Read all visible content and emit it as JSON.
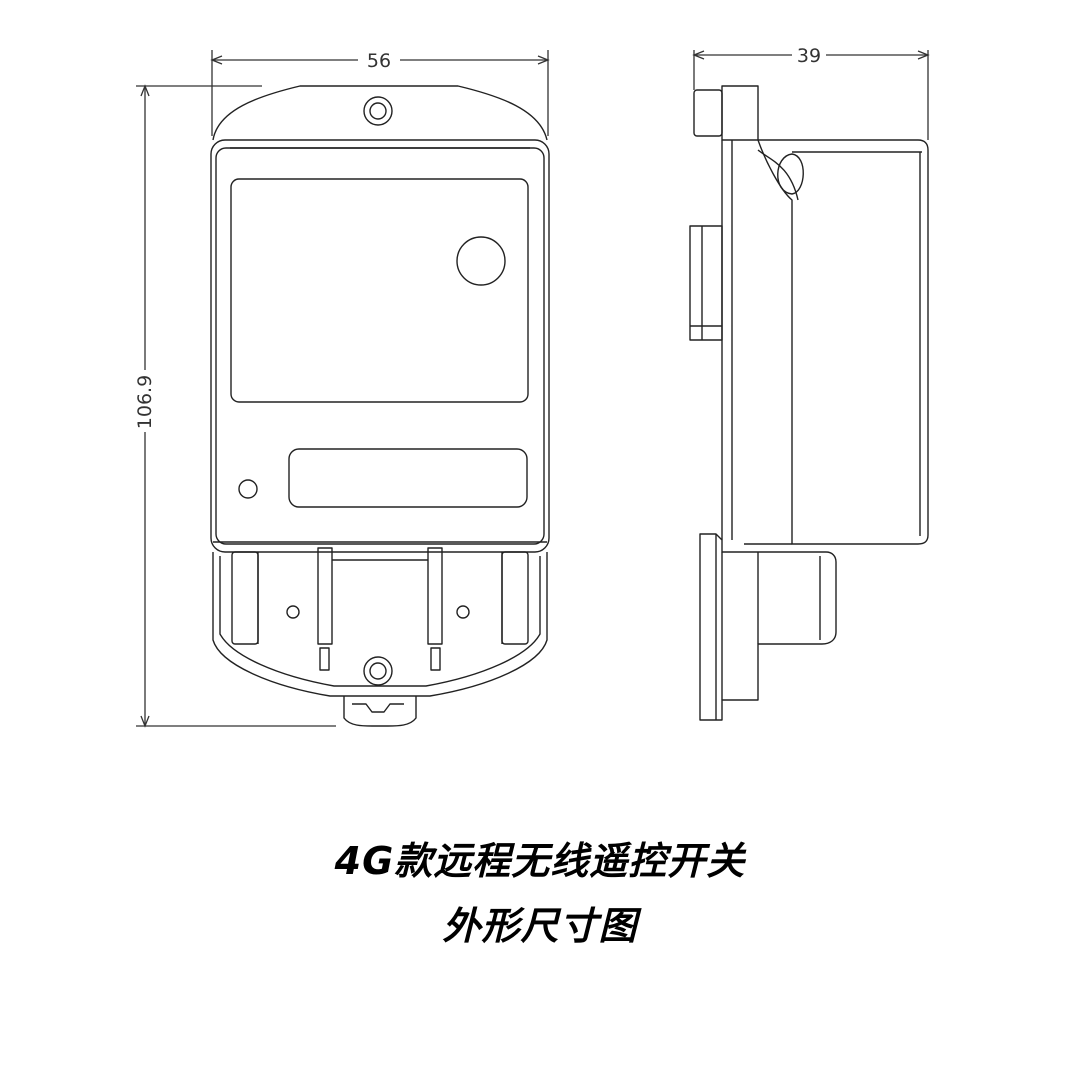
{
  "drawing": {
    "front_width_label": "56",
    "front_height_label": "106.9",
    "side_depth_label": "39",
    "line_color": "#222222",
    "dimension_color": "#333333"
  },
  "caption": {
    "line1": "4G款远程无线遥控开关",
    "line2": "外形尺寸图"
  }
}
